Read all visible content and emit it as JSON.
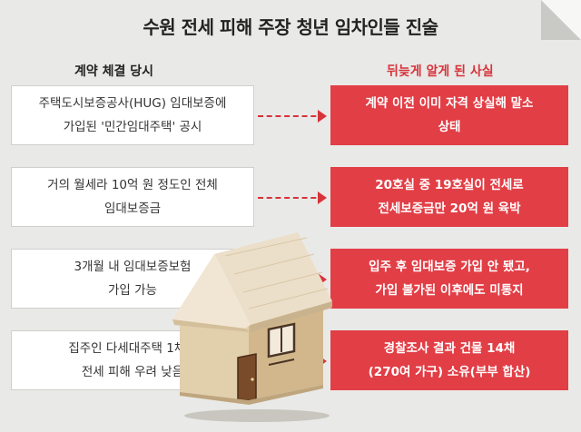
{
  "title": "수원 전세 피해 주장 청년 임차인들 진술",
  "columns": {
    "left_header": "계약 체결 당시",
    "right_header": "뒤늦게 알게 된 사실"
  },
  "rows": [
    {
      "left": [
        "주택도시보증공사(HUG) 임대보증에",
        "가입된 '민간임대주택' 공시"
      ],
      "right": [
        "계약 이전 이미 자격 상실해 말소",
        "상태"
      ]
    },
    {
      "left": [
        "거의 월세라 10억 원 정도인 전체",
        "임대보증금"
      ],
      "right": [
        "20호실 중 19호실이 전세로",
        "전세보증금만 20억 원 육박"
      ]
    },
    {
      "left": [
        "3개월 내 임대보증보험",
        "가입 가능"
      ],
      "right": [
        "입주 후 임대보증 가입 안 됐고,",
        "가입 불가된 이후에도 미통지"
      ]
    },
    {
      "left": [
        "집주인 다세대주택 1채라",
        "전세 피해 우려 낮음"
      ],
      "right": [
        "경찰조사 결과 건물 14채",
        "(270여 가구) 소유(부부 합산)"
      ]
    }
  ],
  "colors": {
    "accent": "#e23e46",
    "background": "#e9e9e7"
  },
  "icons": [
    "wooden-house-icon"
  ]
}
